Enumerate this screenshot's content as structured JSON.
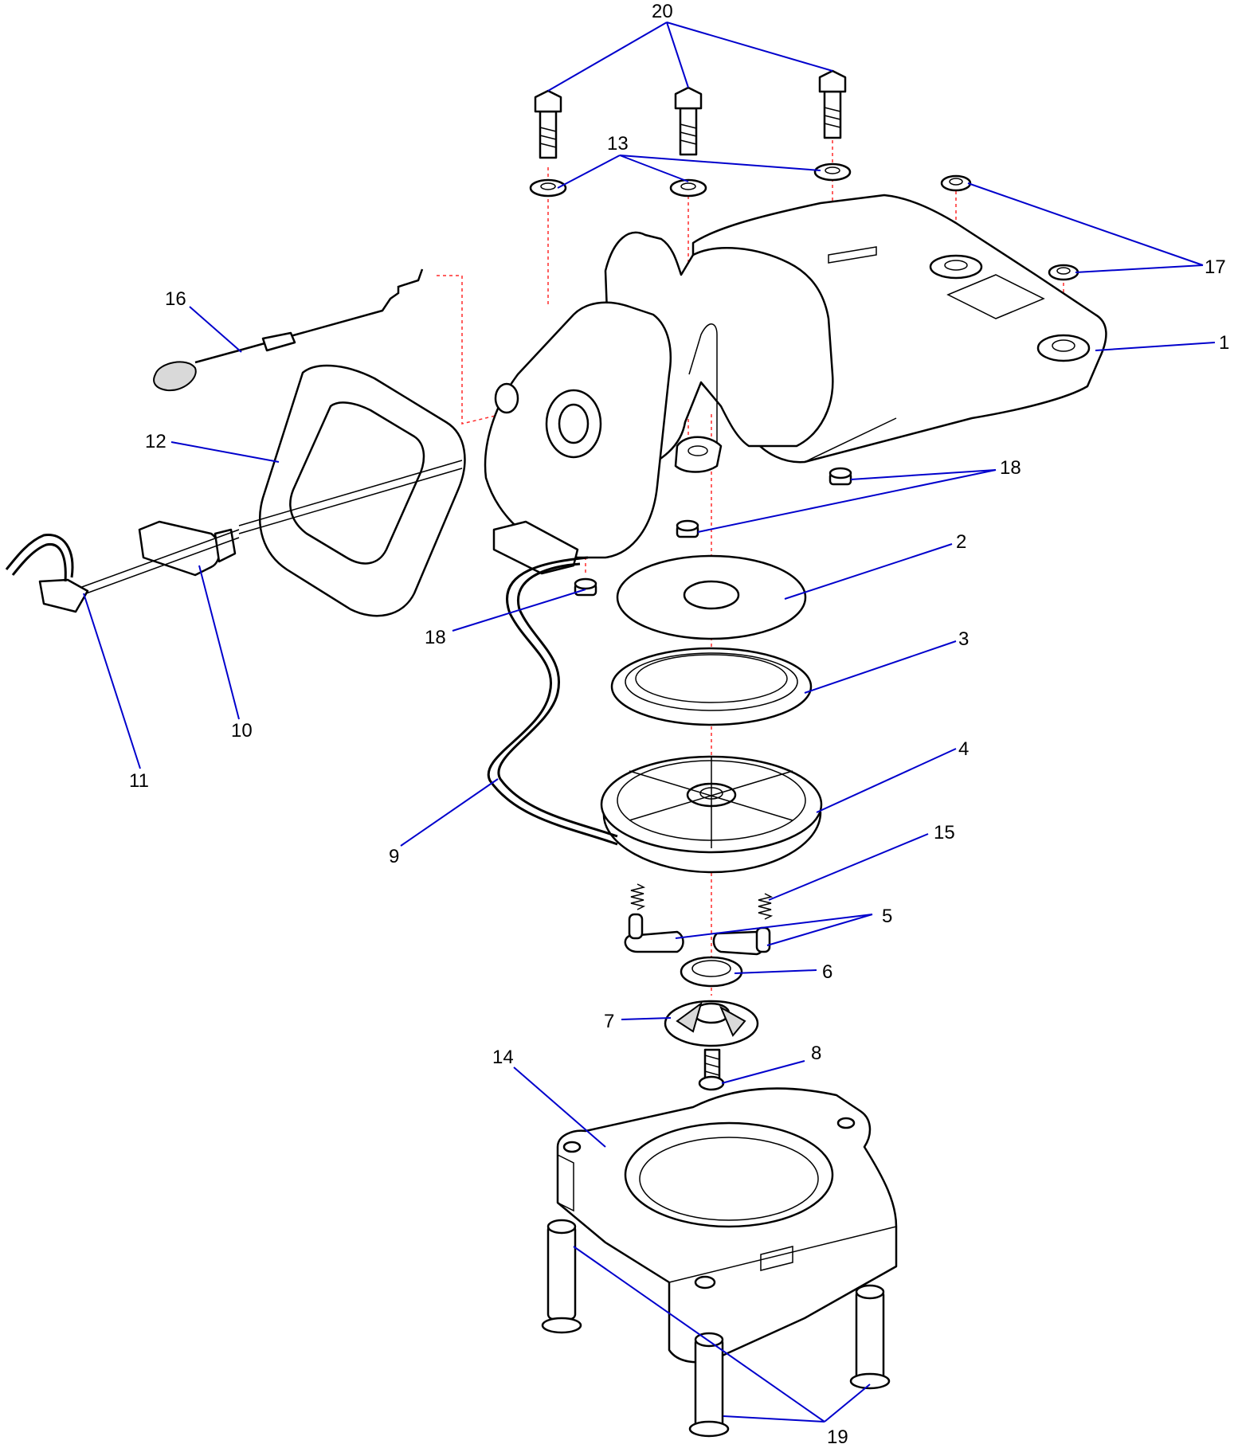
{
  "callouts": {
    "c1": "1",
    "c2": "2",
    "c3": "3",
    "c4": "4",
    "c5": "5",
    "c6": "6",
    "c7": "7",
    "c8": "8",
    "c9": "9",
    "c10": "10",
    "c11": "11",
    "c12": "12",
    "c13": "13",
    "c14": "14",
    "c15": "15",
    "c16": "16",
    "c17": "17",
    "c18a": "18",
    "c18b": "18",
    "c19": "19",
    "c20": "20"
  },
  "colors": {
    "leader_line": "#0000cc",
    "axis_line": "#ff2a2a",
    "outline": "#000000"
  }
}
